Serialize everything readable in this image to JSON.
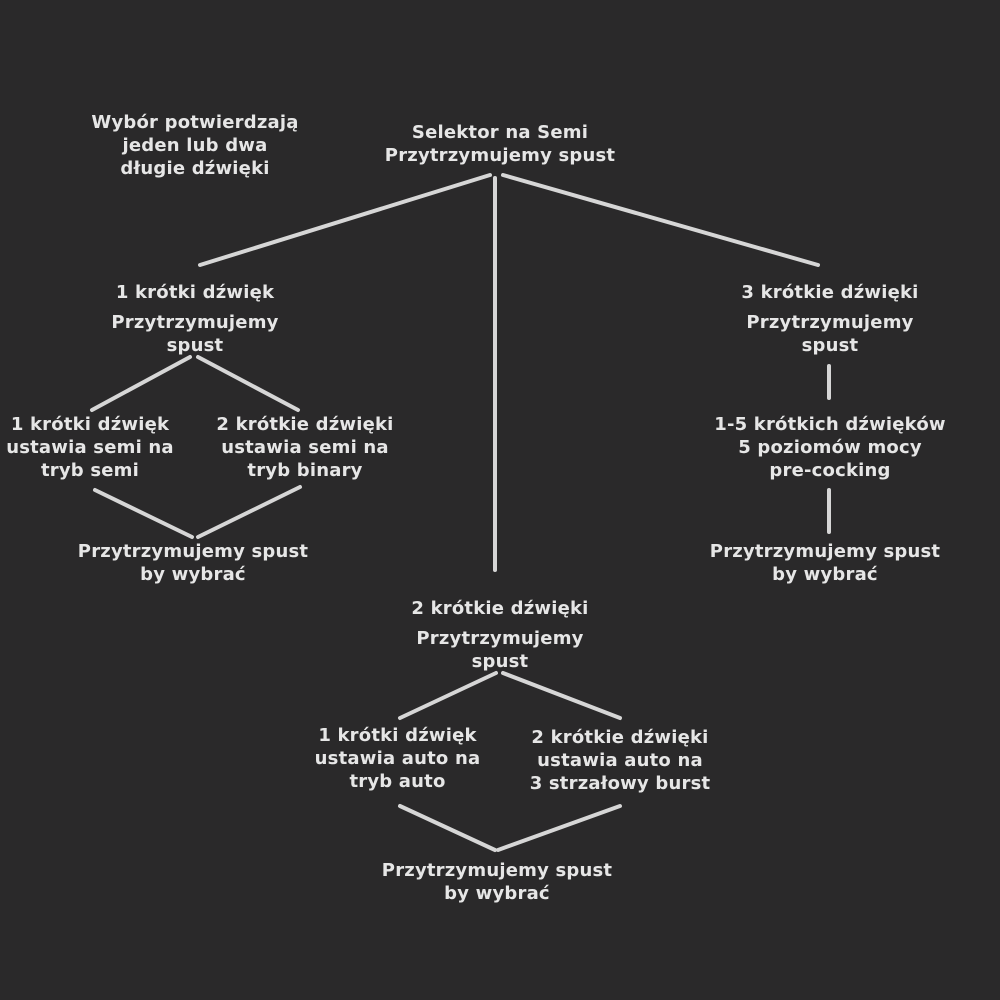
{
  "note": "Wybór potwierdzają\njeden lub dwa\ndługie dźwięki",
  "root": "Selektor na Semi\nPrzytrzymujemy spust",
  "left": {
    "head": "1 krótki dźwięk",
    "sub": "Przytrzymujemy\nspust",
    "opt_a": "1 krótki dźwięk\nustawia semi na\ntryb semi",
    "opt_b": "2 krótkie dźwięki\nustawia semi na\ntryb binary",
    "confirm": "Przytrzymujemy spust\nby wybrać"
  },
  "right": {
    "head": "3 krótkie dźwięki",
    "sub": "Przytrzymujemy\nspust",
    "mid": "1-5 krótkich dźwięków\n5 poziomów mocy\npre-cocking",
    "confirm": "Przytrzymujemy spust\nby wybrać"
  },
  "center": {
    "head": "2 krótkie dźwięki",
    "sub": "Przytrzymujemy\nspust",
    "opt_a": "1 krótki dźwięk\nustawia auto na\ntryb auto",
    "opt_b": "2 krótkie dźwięki\nustawia auto na\n3 strzałowy burst",
    "confirm": "Przytrzymujemy spust\nby wybrać"
  }
}
